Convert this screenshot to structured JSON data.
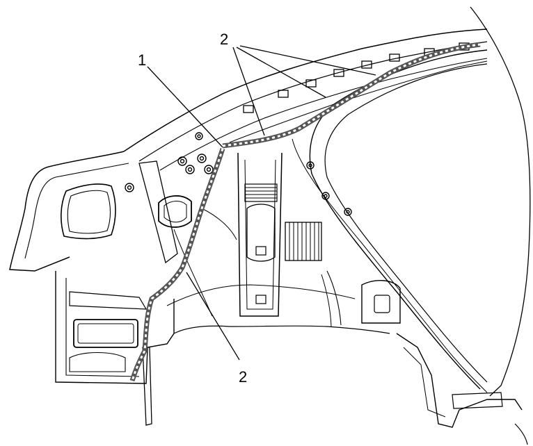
{
  "diagram": {
    "callouts": {
      "c1": "1",
      "c2_top": "2",
      "c2_bottom": "2"
    },
    "colors": {
      "line": "#000000",
      "harness": "#555555",
      "fill": "#ffffff"
    }
  }
}
